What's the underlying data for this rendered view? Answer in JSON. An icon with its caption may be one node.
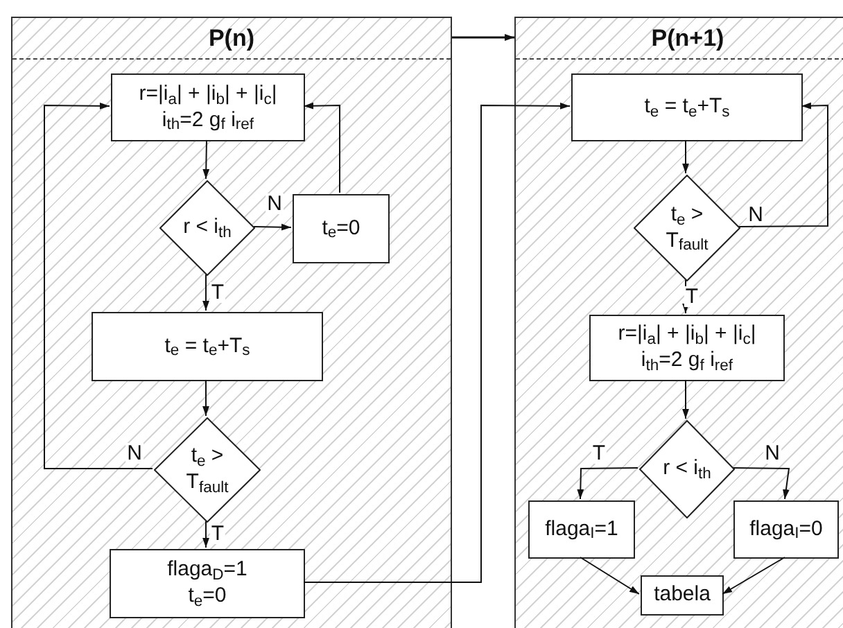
{
  "diagram": {
    "nodes": [
      {
        "text": [
          "P(n)"
        ]
      },
      {
        "text": [
          "r=|i$_{a}$| + |i$_{b}$| + |i$_{c}$|",
          "i$_{th}$=2 g$_{f}$ i$_{ref}$"
        ],
        "in": 0
      },
      {
        "text": [
          "r < i$_{th}$"
        ],
        "in": 0
      },
      {
        "text": [
          "t$_{e}$=0"
        ],
        "in": 0
      },
      {
        "text": [
          "t$_{e}$ = t$_{e}$+T$_{s}$"
        ],
        "in": 0
      },
      {
        "text": [
          "t$_{e}$ > T$_{fault}$"
        ],
        "in": 0
      },
      {
        "text": [
          "flaga$_{D}$=1",
          "t$_{e}$=0"
        ],
        "in": 0
      },
      {
        "text": [
          "P(n+1)"
        ]
      },
      {
        "text": [
          "t$_{e}$ = t$_{e}$+T$_{s}$"
        ],
        "in": 7
      },
      {
        "text": [
          "t$_{e}$ > T$_{fault}$"
        ],
        "in": 7
      },
      {
        "text": [
          "r=|i$_{a}$| + |i$_{b}$| + |i$_{c}$|",
          "i$_{th}$=2 g$_{f}$ i$_{ref}$"
        ],
        "in": 7
      },
      {
        "text": [
          "r < i$_{th}$"
        ],
        "in": 7
      },
      {
        "text": [
          "flaga$_{I}$=1"
        ],
        "in": 7
      },
      {
        "text": [
          "flaga$_{I}$=0"
        ],
        "in": 7
      },
      {
        "text": [
          "tabela"
        ],
        "in": 7
      }
    ],
    "edges": [
      {
        "from": 1,
        "to": 2,
        "arrow": "to"
      },
      {
        "from": 2,
        "to": 3,
        "arrow": "to",
        "label": "N"
      },
      {
        "from": 3,
        "to": 1,
        "arrow": "to"
      },
      {
        "from": 2,
        "to": 4,
        "arrow": "to",
        "label": "T"
      },
      {
        "from": 4,
        "to": 5,
        "arrow": "to"
      },
      {
        "from": 5,
        "to": 1,
        "arrow": "to",
        "label": "N"
      },
      {
        "from": 5,
        "to": 6,
        "arrow": "to",
        "label": "T"
      },
      {
        "from": 6,
        "to": 8,
        "arrow": "to"
      },
      {
        "from": 0,
        "to": 7,
        "arrow": "to"
      },
      {
        "from": 8,
        "to": 9,
        "arrow": "to"
      },
      {
        "from": 9,
        "to": 8,
        "arrow": "to",
        "label": "N"
      },
      {
        "from": 9,
        "to": 10,
        "arrow": "to",
        "label": "T"
      },
      {
        "from": 10,
        "to": 11,
        "arrow": "to"
      },
      {
        "from": 11,
        "to": 12,
        "arrow": "to",
        "label": "T"
      },
      {
        "from": 11,
        "to": 13,
        "arrow": "to",
        "label": "N"
      },
      {
        "from": 12,
        "to": 14,
        "arrow": "to"
      },
      {
        "from": 13,
        "to": 14,
        "arrow": "to"
      }
    ]
  }
}
